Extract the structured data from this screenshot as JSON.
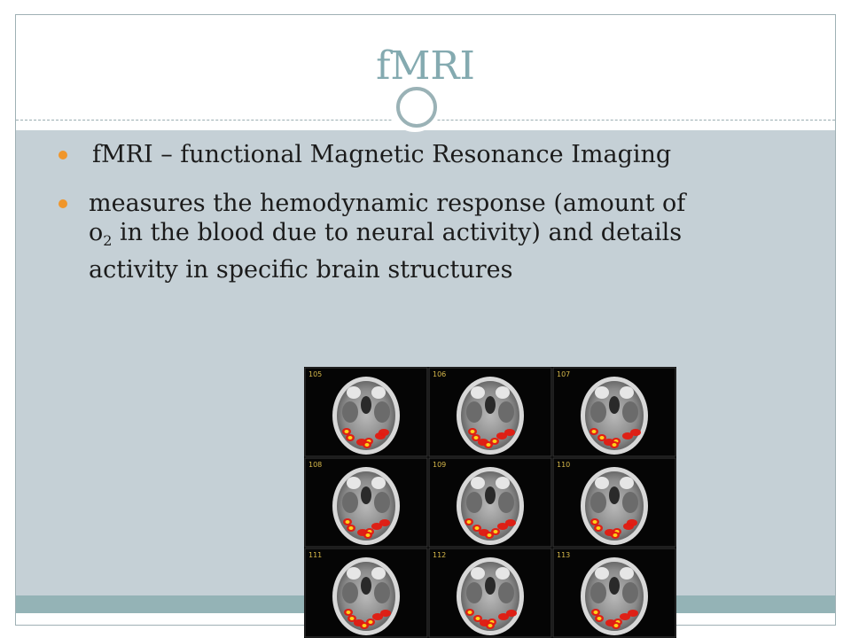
{
  "slide": {
    "title": "fMRI",
    "bullets": {
      "item1": "fMRI – functional Magnetic Resonance Imaging",
      "item2_part1": "measures the hemodynamic response (amount of o",
      "item2_sub": "2",
      "item2_part2": " in the blood due to neural activity) and details activity in specific brain structures"
    }
  },
  "image": {
    "slice_labels": [
      "105",
      "106",
      "107",
      "108",
      "109",
      "110",
      "111",
      "112",
      "113"
    ]
  },
  "colors": {
    "title": "#84aab0",
    "content_bg": "#c5d0d6",
    "bullet": "#f0962b",
    "band": "#94b3b6"
  }
}
